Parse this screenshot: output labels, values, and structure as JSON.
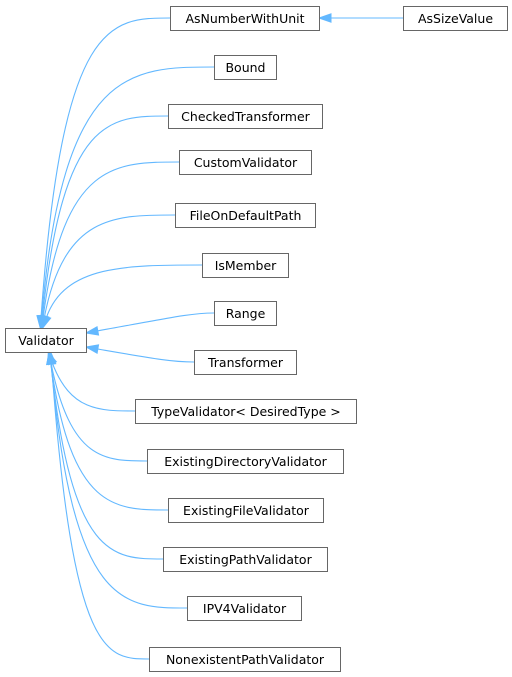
{
  "nodes": [
    {
      "id": "validator",
      "label": "Validator"
    },
    {
      "id": "asnumberwithunit",
      "label": "AsNumberWithUnit"
    },
    {
      "id": "assizevalue",
      "label": "AsSizeValue"
    },
    {
      "id": "bound",
      "label": "Bound"
    },
    {
      "id": "checkedtransformer",
      "label": "CheckedTransformer"
    },
    {
      "id": "customvalidator",
      "label": "CustomValidator"
    },
    {
      "id": "fileondefaultpath",
      "label": "FileOnDefaultPath"
    },
    {
      "id": "ismember",
      "label": "IsMember"
    },
    {
      "id": "range",
      "label": "Range"
    },
    {
      "id": "transformer",
      "label": "Transformer"
    },
    {
      "id": "typevalidator",
      "label": "TypeValidator< DesiredType >"
    },
    {
      "id": "existingdirectoryvalidator",
      "label": "ExistingDirectoryValidator"
    },
    {
      "id": "existingfilevalidator",
      "label": "ExistingFileValidator"
    },
    {
      "id": "existingpathvalidator",
      "label": "ExistingPathValidator"
    },
    {
      "id": "ipv4validator",
      "label": "IPV4Validator"
    },
    {
      "id": "nonexistentpathvalidator",
      "label": "NonexistentPathValidator"
    }
  ],
  "edges": [
    {
      "from": "asnumberwithunit",
      "to": "validator"
    },
    {
      "from": "bound",
      "to": "validator"
    },
    {
      "from": "checkedtransformer",
      "to": "validator"
    },
    {
      "from": "customvalidator",
      "to": "validator"
    },
    {
      "from": "fileondefaultpath",
      "to": "validator"
    },
    {
      "from": "ismember",
      "to": "validator"
    },
    {
      "from": "range",
      "to": "validator"
    },
    {
      "from": "transformer",
      "to": "validator"
    },
    {
      "from": "typevalidator",
      "to": "validator"
    },
    {
      "from": "existingdirectoryvalidator",
      "to": "validator"
    },
    {
      "from": "existingfilevalidator",
      "to": "validator"
    },
    {
      "from": "existingpathvalidator",
      "to": "validator"
    },
    {
      "from": "ipv4validator",
      "to": "validator"
    },
    {
      "from": "nonexistentpathvalidator",
      "to": "validator"
    },
    {
      "from": "assizevalue",
      "to": "asnumberwithunit"
    }
  ],
  "colors": {
    "edge": "#63b8ff",
    "node_border": "#666666",
    "node_fill": "#ffffff",
    "text": "#000000"
  }
}
